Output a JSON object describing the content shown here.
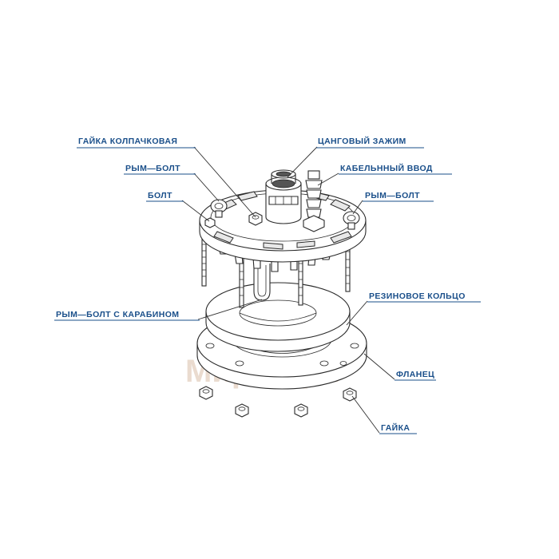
{
  "labels": {
    "cap_nut": "ГАЙКА КОЛПАЧКОВАЯ",
    "collet_clamp": "ЦАНГОВЫЙ ЗАЖИМ",
    "eye_bolt_left": "РЫМ—БОЛТ",
    "cable_entry": "КАБЕЛЬННЫЙ ВВОД",
    "bolt": "БОЛТ",
    "eye_bolt_right": "РЫМ—БОЛТ",
    "rubber_ring": "РЕЗИНОВОЕ КОЛЬЦО",
    "eye_bolt_carabiner": "РЫМ—БОЛТ С КАРАБИНОМ",
    "flange": "ФЛАНЕЦ",
    "nut": "ГАЙКА"
  },
  "watermark": {
    "text": "Мир Пара"
  },
  "colors": {
    "label": "#1a4f8a",
    "drawing": "#2b2b2b",
    "watermark": "#e3cfc0"
  }
}
